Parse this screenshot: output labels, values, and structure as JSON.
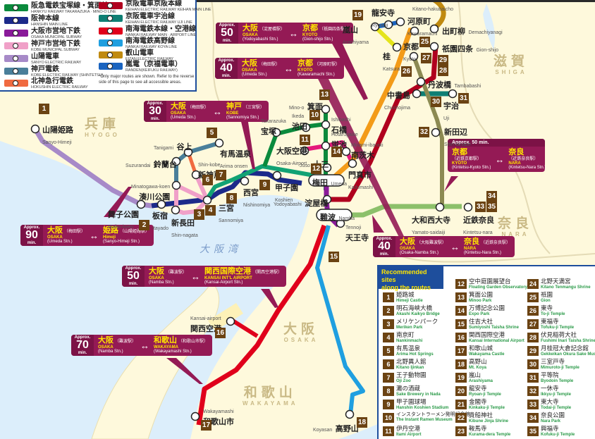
{
  "legend": {
    "lines": [
      {
        "jp": "阪急電鉄宝塚線・箕面線",
        "en": "HANKYU RAILWAY TAKARAZUKA · MINO-O LINE",
        "color": "#0a8a3c"
      },
      {
        "jp": "阪神本線",
        "en": "HANSHIN MAIN LINE",
        "color": "#1c2a8a"
      },
      {
        "jp": "大阪市営地下鉄",
        "en": "OSAKA MUNICIPAL SUBWAY",
        "color": "#8a1a9a"
      },
      {
        "jp": "神戸市営地下鉄",
        "en": "KOBE MUNICIPAL SUBWAY",
        "color": "#f0a0c8"
      },
      {
        "jp": "山陽電車",
        "en": "SANYO ELECTRIC RAILWAY",
        "color": "#a78ac8"
      },
      {
        "jp": "神戸電鉄",
        "en": "KOBE ELECTRIC RAILWAY (SHINTETSU)",
        "color": "#4a7f9a"
      },
      {
        "jp": "北神急行電鉄",
        "en": "HOKUSHIN ELECTRIC RAILWAY",
        "color": "#f06a40"
      },
      {
        "jp": "京阪電車京阪本線",
        "en": "KEIHAN ELECTRIC RAILWAY KEIHAN MAIN LINE",
        "color": "#b0001e"
      },
      {
        "jp": "京阪電車宇治線",
        "en": "KEIHAN ELECTRIC RAILWAY UJI LINE",
        "color": "#0e7f74"
      },
      {
        "jp": "南海電鉄本線・空港線",
        "en": "NANKAI RAILWAY MAIN · AIRPORT LINE",
        "color": "#e0001b"
      },
      {
        "jp": "南海電鉄高野線",
        "en": "NANKAI RAILWAY KOYA LINE",
        "color": "#1f9fe0"
      },
      {
        "jp": "叡山電車",
        "en": "EIZAN ELECTRIC RAILWAY",
        "color": "#c08a10"
      },
      {
        "jp": "嵐電（京福電車）",
        "en": "RANDEN(KEIFUKU RAILWAY)",
        "color": "#1a64c0"
      }
    ],
    "note": "*Only major routes are shown. Refer to the reverse side of this page to see all accessible areas."
  },
  "prefectures": [
    {
      "jp": "兵庫",
      "en": "HYOGO"
    },
    {
      "jp": "滋賀",
      "en": "SHIGA"
    },
    {
      "jp": "奈良",
      "en": "NARA"
    },
    {
      "jp": "大阪",
      "en": "OSAKA"
    },
    {
      "jp": "和歌山",
      "en": "WAKAYAMA"
    }
  ],
  "bay_label": "大阪湾",
  "callouts": [
    {
      "approx": "Approx.",
      "minutes": "50",
      "unit": "min.",
      "from_jp": "大阪",
      "from_stn_jp": "（淀屋橋駅）",
      "from_en": "OSAKA",
      "from_stn": "(Yodoyabashi Stn.)",
      "to_jp": "京都",
      "to_stn_jp": "（祇園四条駅）",
      "to_en": "KYOTO",
      "to_stn": "(Gion-shijo Stn.)"
    },
    {
      "approx": "Approx.",
      "minutes": "40",
      "unit": "min.",
      "from_jp": "大阪",
      "from_stn_jp": "（梅田駅）",
      "from_en": "OSAKA",
      "from_stn": "(Umeda Stn.)",
      "to_jp": "京都",
      "to_stn_jp": "（河原町駅）",
      "to_en": "KYOTO",
      "to_stn": "(Kawaramachi Stn.)"
    },
    {
      "approx": "Approx.",
      "minutes": "30",
      "unit": "min.",
      "from_jp": "大阪",
      "from_stn_jp": "（梅田駅）",
      "from_en": "OSAKA",
      "from_stn": "(Umeda Stn.)",
      "to_jp": "神戸",
      "to_stn_jp": "（三宮駅）",
      "to_en": "KOBE",
      "to_stn": "(Sannomiya Stn.)"
    },
    {
      "approx": "Approx.",
      "minutes": "90",
      "unit": "min.",
      "from_jp": "大阪",
      "from_stn_jp": "（梅田駅）",
      "from_en": "OSAKA",
      "from_stn": "(Umeda Stn.)",
      "to_jp": "姫路",
      "to_stn_jp": "（山陽姫路駅）",
      "to_en": "Himeji",
      "to_stn": "(Sanyo-Himeji Stn.)"
    },
    {
      "approx": "Approx.",
      "minutes": "50",
      "unit": "min.",
      "from_jp": "大阪",
      "from_stn_jp": "（難波駅）",
      "from_en": "OSAKA",
      "from_stn": "(Namba Stn.)",
      "to_jp": "関西国際空港",
      "to_stn_jp": "（関西空港駅）",
      "to_en": "KANSAI INT'L AIRPORT",
      "to_stn": "(Kansai-Airport Stn.)"
    },
    {
      "approx": "Approx.",
      "minutes": "70",
      "unit": "min.",
      "from_jp": "大阪",
      "from_stn_jp": "（難波駅）",
      "from_en": "OSAKA",
      "from_stn": "(Namba Stn.)",
      "to_jp": "和歌山",
      "to_stn_jp": "（和歌山市駅）",
      "to_en": "WAKAYAMA",
      "to_stn": "(Wakayamashi Stn.)"
    },
    {
      "approx": "Approx.",
      "minutes": "40",
      "unit": "min.",
      "from_jp": "大阪",
      "from_stn_jp": "（大阪難波駅）",
      "from_en": "OSAKA",
      "from_stn": "(Osaka-Namba Stn.)",
      "to_jp": "奈良",
      "to_stn_jp": "（近鉄奈良駅）",
      "to_en": "NARA",
      "to_stn": "(Kintetsu-Nara Stn.)"
    },
    {
      "approx": "Approx. 50 min.",
      "from_jp": "京都",
      "from_stn_jp": "（近鉄京都駅）",
      "from_en": "KYOTO",
      "from_stn": "(Kintetsu-Kyoto Stn.)",
      "to_jp": "奈良",
      "to_stn_jp": "（近鉄奈良駅）",
      "to_en": "NARA",
      "to_stn": "(Kintetsu-Nara Stn.)"
    }
  ],
  "stations": {
    "sanyo_himeji": {
      "jp": "山陽姫路",
      "en": "Sanyo-Himeji"
    },
    "maiko_koen": {
      "jp": "舞子公園",
      "en": "Maiko-koen"
    },
    "itayado": {
      "jp": "板宿",
      "en": "Itayado"
    },
    "shin_nagata": {
      "jp": "新長田",
      "en": "Shin-nagata"
    },
    "sannomiya": {
      "jp": "三宮",
      "en": "Sannomiya"
    },
    "minatogawa": {
      "jp": "湊川公園",
      "en": "Minatogawa-koen"
    },
    "suzurandai": {
      "jp": "鈴蘭台",
      "en": "Suzurandai"
    },
    "tanigami": {
      "jp": "谷上",
      "en": "Tanigami"
    },
    "arima": {
      "jp": "有馬温泉",
      "en": "Arima onsen"
    },
    "shin_kobe": {
      "jp": "新神戸",
      "en": "Shin-kobe"
    },
    "nishinomiya": {
      "jp": "西宮",
      "en": "Nishinomiya"
    },
    "koshien": {
      "jp": "甲子園",
      "en": "Koshien"
    },
    "takarazuka": {
      "jp": "宝塚",
      "en": "Takarazuka"
    },
    "ikeda": {
      "jp": "池田",
      "en": "Ikeda"
    },
    "minoo": {
      "jp": "箕面",
      "en": "Mino-o"
    },
    "ishibashi": {
      "jp": "石橋",
      "en": "Ishibashi"
    },
    "hotarugaike": {
      "jp": "蛍池",
      "en": "Hotarugaike"
    },
    "osaka_airport": {
      "jp": "大阪空港",
      "en": "Osaka-Airport"
    },
    "juso": {
      "jp": "十三",
      "en": "Juso"
    },
    "minami_ibaraki": {
      "jp": "南茨木",
      "en": "Minami-ibaraki"
    },
    "kadomashi": {
      "jp": "門真市",
      "en": "Kadomashi"
    },
    "umeda": {
      "jp": "梅田",
      "en": "Umeda"
    },
    "yodoyabashi": {
      "jp": "淀屋橋",
      "en": "Yodoyabashi"
    },
    "namba": {
      "jp": "難波",
      "en": "Namba"
    },
    "tennoji": {
      "jp": "天王寺",
      "en": "Tennoji"
    },
    "kansai_airport": {
      "jp": "関西空港",
      "en": "Kansai-airport"
    },
    "wakayamashi": {
      "jp": "和歌山市",
      "en": "Wakayamashi"
    },
    "koyasan": {
      "jp": "高野山",
      "en": "Koyasan"
    },
    "arashiyama": {
      "jp": "嵐山",
      "en": "Arashiyama"
    },
    "ryoanji": {
      "jp": "龍安寺",
      "en": "Ryoanji"
    },
    "kitano": {
      "jp": "北野白梅町",
      "en": "Kitano-hakubaicho"
    },
    "kawaramachi": {
      "jp": "河原町",
      "en": "Kawaramachi"
    },
    "katsura": {
      "jp": "桂",
      "en": "Katsura"
    },
    "kyoto": {
      "jp": "京都",
      "en": "Kyoto"
    },
    "demachiyanagi": {
      "jp": "出町柳",
      "en": "Demachiyanagi"
    },
    "gion_shijo": {
      "jp": "祇園四条",
      "en": "Gion-shijo"
    },
    "tambabashi": {
      "jp": "丹波橋",
      "en": "Tambabashi"
    },
    "chushojima": {
      "jp": "中書島",
      "en": "Chushojima"
    },
    "uji": {
      "jp": "宇治",
      "en": "Uji"
    },
    "shin_tanabe": {
      "jp": "新田辺",
      "en": "Shin-tanabe"
    },
    "yamato_saidaiji": {
      "jp": "大和西大寺",
      "en": "Yamato-saidaiji"
    },
    "kintetsu_nara": {
      "jp": "近鉄奈良",
      "en": "Kintetsu-nara"
    }
  },
  "recommended": {
    "title_line1": "Recommended sites",
    "title_line2": "along the routes",
    "sites": [
      {
        "n": "1",
        "jp": "姫路城",
        "en": "Himeji Castle"
      },
      {
        "n": "2",
        "jp": "明石海峡大橋",
        "en": "Akashi Kaikyo Bridge"
      },
      {
        "n": "3",
        "jp": "メリケンパーク",
        "en": "Meriken Park"
      },
      {
        "n": "4",
        "jp": "南京町",
        "en": "Nankinmachi"
      },
      {
        "n": "5",
        "jp": "有馬温泉",
        "en": "Arima Hot Springs"
      },
      {
        "n": "6",
        "jp": "北野異人館",
        "en": "Kitano Ijinkan"
      },
      {
        "n": "7",
        "jp": "王子動物園",
        "en": "Oji Zoo"
      },
      {
        "n": "8",
        "jp": "灘の酒蔵",
        "en": "Sake Brewery in Nada"
      },
      {
        "n": "9",
        "jp": "甲子園球場",
        "en": "Hanshin Koshien Stadium"
      },
      {
        "n": "10",
        "jp": "インスタントラーメン発明記念館",
        "en": "The Instant Ramen Museum"
      },
      {
        "n": "11",
        "jp": "伊丹空港",
        "en": "Itami Airport"
      },
      {
        "n": "12",
        "jp": "空中庭園展望台",
        "en": "Floating Garden Observatory"
      },
      {
        "n": "13",
        "jp": "箕面公園",
        "en": "Minoo Park"
      },
      {
        "n": "14",
        "jp": "万博記念公園",
        "en": "Expo Park"
      },
      {
        "n": "15",
        "jp": "住吉大社",
        "en": "Sumiyoshi Taisha Shrine"
      },
      {
        "n": "16",
        "jp": "関西国際空港",
        "en": "Kansai International Airport"
      },
      {
        "n": "17",
        "jp": "和歌山城",
        "en": "Wakayama Castle"
      },
      {
        "n": "18",
        "jp": "高野山",
        "en": "Mt. Koya"
      },
      {
        "n": "19",
        "jp": "嵐山",
        "en": "Arashiyama"
      },
      {
        "n": "20",
        "jp": "龍安寺",
        "en": "Ryoan-ji Temple"
      },
      {
        "n": "21",
        "jp": "金閣寺",
        "en": "Kinkaku-ji Temple"
      },
      {
        "n": "22",
        "jp": "貴船神社",
        "en": "Kibune Jinja Shrine"
      },
      {
        "n": "23",
        "jp": "鞍馬寺",
        "en": "Kurama-dera Temple"
      },
      {
        "n": "24",
        "jp": "北野天満宮",
        "en": "Kitano Tenmangu Shrine"
      },
      {
        "n": "25",
        "jp": "祇園",
        "en": "Gion"
      },
      {
        "n": "26",
        "jp": "東寺",
        "en": "To-ji Temple"
      },
      {
        "n": "27",
        "jp": "東福寺",
        "en": "Tofuku-ji Temple"
      },
      {
        "n": "28",
        "jp": "伏見稲荷大社",
        "en": "Fushimi Inari Taisha Shrine"
      },
      {
        "n": "29",
        "jp": "月桂冠大倉記念館",
        "en": "Gekkeikan Okura Sake Museum"
      },
      {
        "n": "30",
        "jp": "三室戸寺",
        "en": "Mimuroto-ji Temple"
      },
      {
        "n": "31",
        "jp": "平等院",
        "en": "Byodoin Temple"
      },
      {
        "n": "32",
        "jp": "一休寺",
        "en": "Ikkyu-ji Temple"
      },
      {
        "n": "33",
        "jp": "東大寺",
        "en": "Todai-ji Temple"
      },
      {
        "n": "34",
        "jp": "奈良公園",
        "en": "Nara Park"
      },
      {
        "n": "35",
        "jp": "興福寺",
        "en": "Kofuku-ji Temple"
      }
    ]
  },
  "map_numbers": [
    "1",
    "2",
    "3",
    "4",
    "5",
    "6",
    "7",
    "8",
    "9",
    "10",
    "11",
    "12",
    "13",
    "14",
    "15",
    "16",
    "17",
    "18",
    "19",
    "25",
    "26",
    "27",
    "28",
    "29",
    "30",
    "31",
    "32",
    "33",
    "34",
    "35"
  ]
}
